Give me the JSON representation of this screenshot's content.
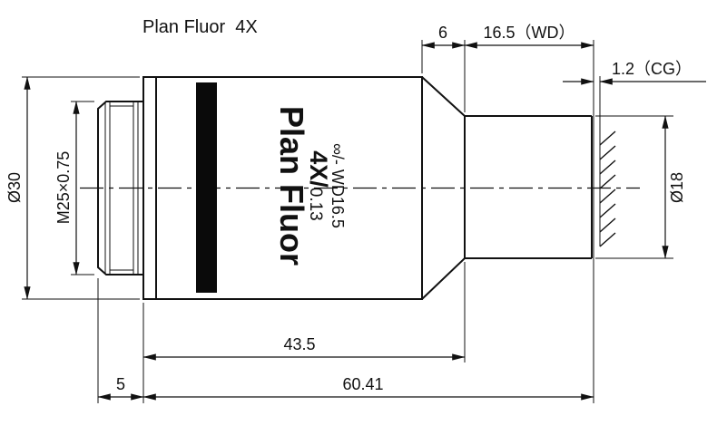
{
  "title": "Plan Fluor  4X",
  "barrel_markings": {
    "series_name": "Plan Fluor",
    "magnification": "4X/",
    "numerical_aperture": "0.13",
    "tube_length_marking": "∞/- WD16.5"
  },
  "dimensions": {
    "mount_diameter": "Ø30",
    "thread_spec": "M25×0.75",
    "thread_length": "5",
    "body_length": "43.5",
    "parfocal_distance": "60.41",
    "cone_length": "6",
    "working_distance": "16.5（WD）",
    "cover_glass": "1.2（CG）",
    "front_diameter": "Ø18"
  }
}
